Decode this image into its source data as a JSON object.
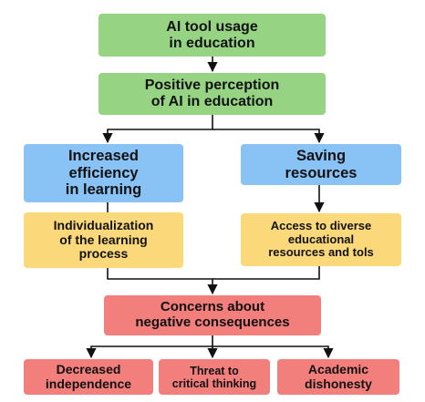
{
  "colors": {
    "green": "#96d483",
    "blue": "#89c3f6",
    "yellow": "#fbd97a",
    "red": "#f37f7c",
    "arrow": "#111111"
  },
  "nodes": {
    "ai_usage": "AI tool usage\nin education",
    "positive_perception": "Positive perception\nof AI in education",
    "increased_efficiency": "Increased\nefficiency\nin learning",
    "saving_resources": "Saving\nresources",
    "individualization": "Individualization\nof the learning\nprocess",
    "access_resources": "Access to diverse\neducational\nresources and tols",
    "concerns": "Concerns about\nnegative consequences",
    "decreased_independence": "Decreased\nindependence",
    "threat_critical": "Threat to\ncritical thinking",
    "academic_dishonesty": "Academic\ndishonesty"
  },
  "edges": [
    [
      "ai_usage",
      "positive_perception"
    ],
    [
      "positive_perception",
      "increased_efficiency"
    ],
    [
      "positive_perception",
      "saving_resources"
    ],
    [
      "increased_efficiency",
      "individualization"
    ],
    [
      "saving_resources",
      "access_resources"
    ],
    [
      "individualization",
      "concerns"
    ],
    [
      "access_resources",
      "concerns"
    ],
    [
      "concerns",
      "decreased_independence"
    ],
    [
      "concerns",
      "threat_critical"
    ],
    [
      "concerns",
      "academic_dishonesty"
    ]
  ]
}
